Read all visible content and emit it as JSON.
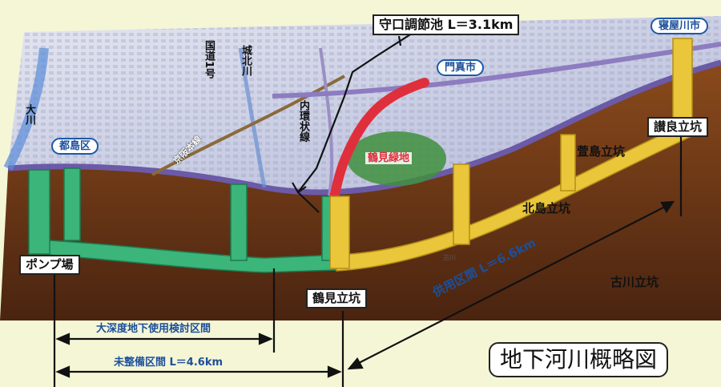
{
  "title": "守口調節池 L＝3.1km",
  "diagram_title": "地下河川概略図",
  "cities": {
    "neyagawa": "寝屋川市",
    "kadoma": "門真市",
    "miyakojima": "都島区"
  },
  "rivers_roads": {
    "national_route": "国道1号",
    "shirokita": "城北川",
    "okawa": "大川",
    "keihan": "京阪本線",
    "inner_ring": "内環状線"
  },
  "green_area": "鶴見緑地",
  "shafts": {
    "sanra": "讃良立坑",
    "kayashima": "萱島立坑",
    "kitajima": "北島立坑",
    "furukawa": "古川立坑",
    "tsurumi": "鶴見立坑",
    "pump": "ポンプ場"
  },
  "small_label": "古川",
  "sections": {
    "in_service": "供用区間 L＝6.6km",
    "deep_study": "大深度地下使用検討区間",
    "unfinished": "未整備区間 L＝4.6km"
  },
  "colors": {
    "green_tunnel": "#3bb57a",
    "yellow_tunnel": "#e9c63a",
    "red_reservoir": "#e02f3c",
    "earth": "#6d3a17",
    "city": "#cdd2e6",
    "accent_blue": "#1c5aa6"
  }
}
